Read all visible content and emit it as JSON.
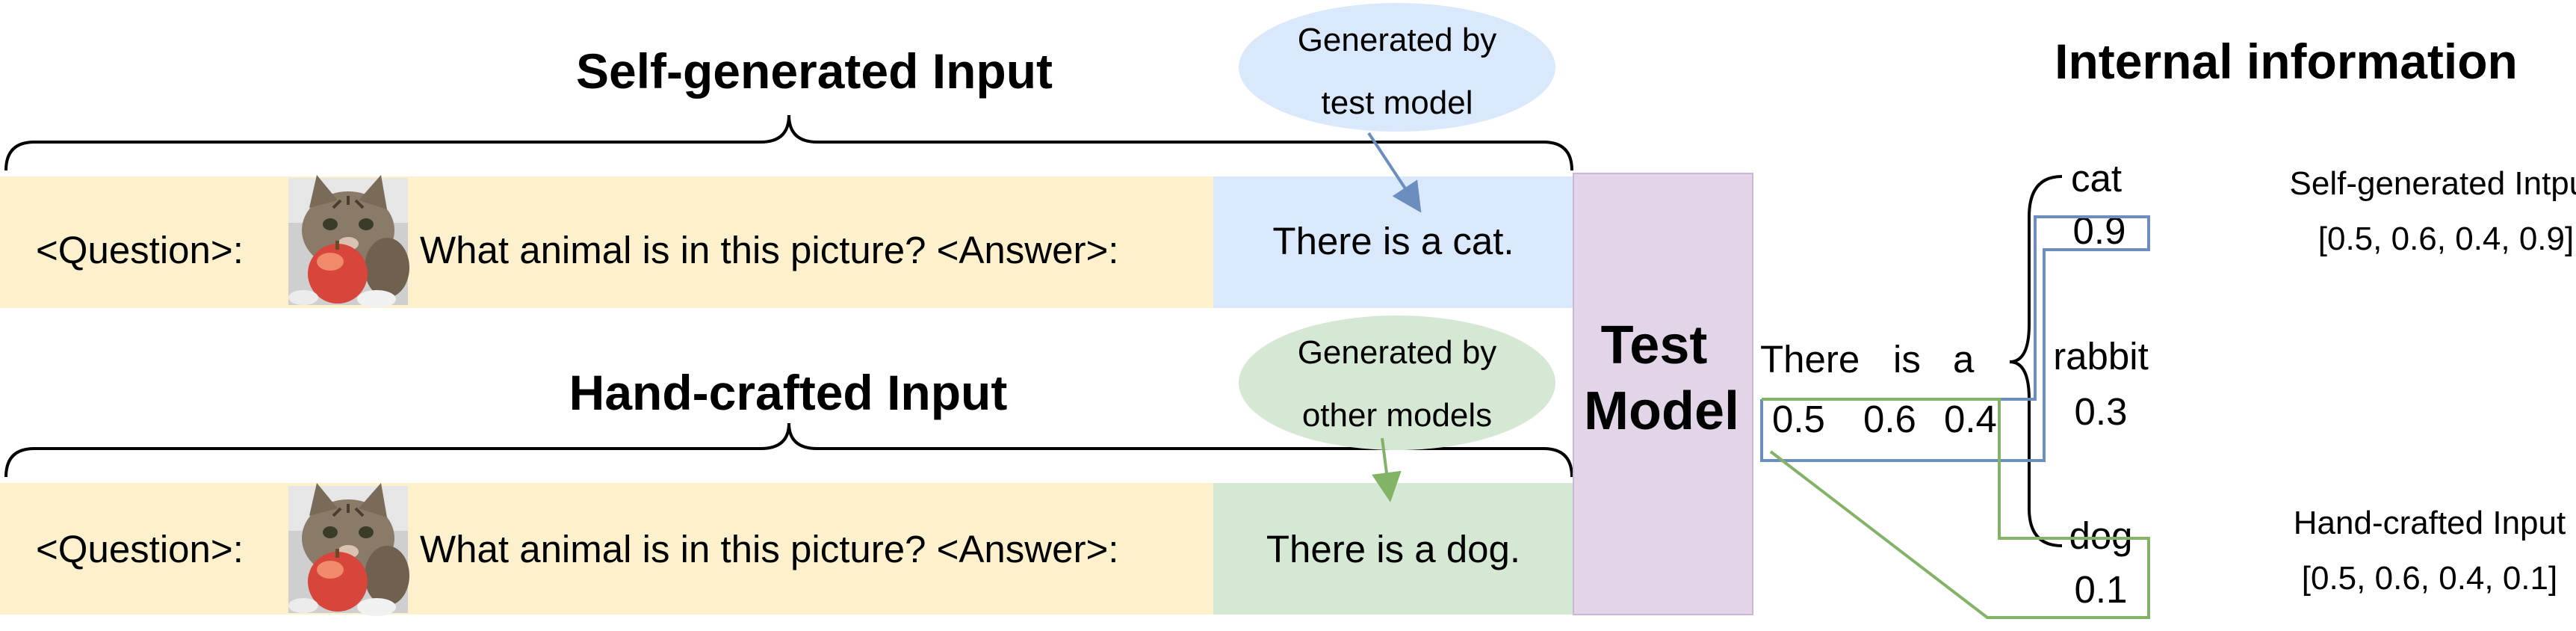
{
  "headers": {
    "self_generated_title": "Self-generated Input",
    "hand_crafted_title": "Hand-crafted Input",
    "internal_title": "Internal information"
  },
  "prompt": {
    "question_tag": "<Question>:",
    "question_text": "What animal is in this picture? <Answer>:"
  },
  "answers": {
    "self": "There is a cat.",
    "hand": "There is a dog."
  },
  "bubbles": {
    "self_line1": "Generated by",
    "self_line2": "test model",
    "hand_line1": "Generated by",
    "hand_line2": "other models"
  },
  "model": {
    "line1": "Test",
    "line2": "Model"
  },
  "tokens": {
    "there": "There",
    "is": "is",
    "a": "a",
    "p_there": "0.5",
    "p_is": "0.6",
    "p_a": "0.4"
  },
  "candidates": {
    "cat": "cat",
    "cat_p": "0.9",
    "rabbit": "rabbit",
    "rabbit_p": "0.3",
    "dog": "dog",
    "dog_p": "0.1"
  },
  "vectors": {
    "self_label": "Self-generated Intput",
    "self_vec": "[0.5, 0.6, 0.4, 0.9]",
    "hand_label": "Hand-crafted Input",
    "hand_vec": "[0.5, 0.6, 0.4, 0.1]"
  },
  "colors": {
    "input_bg": "#fdf0cd",
    "self_answer_bg": "#dae8fc",
    "hand_answer_bg": "#d5e8d4",
    "model_bg": "#e1d5e7",
    "self_line": "#6c8ebf",
    "hand_line": "#82b366"
  },
  "images": {
    "thumbnail": "cat-with-apple-photo"
  }
}
